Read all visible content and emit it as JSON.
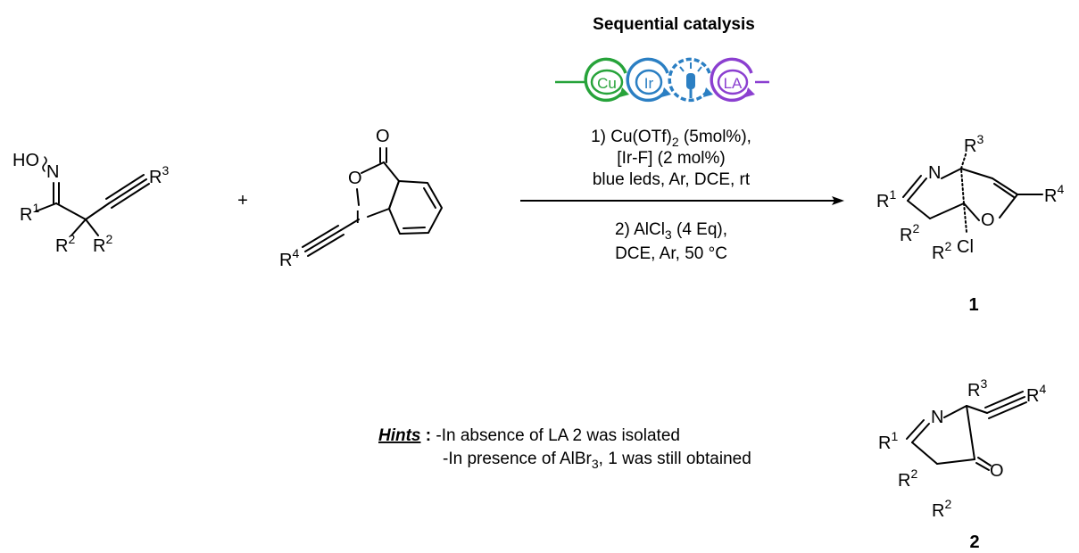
{
  "catalysis": {
    "title": "Sequential catalysis",
    "icons": [
      "Cu",
      "Ir",
      "light-bulb-icon",
      "LA"
    ],
    "icon_colors": [
      "#27a33a",
      "#2b7fc3",
      "#2b7fc3",
      "#8b3fd0"
    ]
  },
  "conditions": {
    "step1_line1": "1) Cu(OTf)",
    "step1_line1_sub": "2",
    "step1_line1_tail": " (5mol%),",
    "step1_line2": "[Ir-F] (2 mol%)",
    "step1_line3": "blue leds, Ar, DCE, rt",
    "step2_line1": "2) AlCl",
    "step2_line1_sub": "3",
    "step2_line1_tail": " (4 Eq),",
    "step2_line2": "DCE, Ar, 50 °C"
  },
  "reactant1": {
    "oxime_label": "HO",
    "n": "N",
    "r1": "R",
    "r1_sup": "1",
    "r2": "R",
    "r2_sup": "2",
    "r2b": "R",
    "r2b_sup": "2",
    "r3": "R",
    "r3_sup": "3"
  },
  "plus": "+",
  "reactant2": {
    "o_carbonyl": "O",
    "o_ring": "O",
    "i": "I",
    "r4": "R",
    "r4_sup": "4"
  },
  "product1": {
    "label": "1",
    "n": "N",
    "o": "O",
    "cl": "Cl",
    "r1": "R",
    "r1_sup": "1",
    "r2": "R",
    "r2_sup": "2",
    "r2b": "R",
    "r2b_sup": "2",
    "r3": "R",
    "r3_sup": "3",
    "r4": "R",
    "r4_sup": "4"
  },
  "product2": {
    "label": "2",
    "n": "N",
    "o": "O",
    "r1": "R",
    "r1_sup": "1",
    "r2": "R",
    "r2_sup": "2",
    "r2b": "R",
    "r2b_sup": "2",
    "r3": "R",
    "r3_sup": "3",
    "r4": "R",
    "r4_sup": "4"
  },
  "hints": {
    "title": "Hints",
    "colon": " : ",
    "line1": "-In absence of LA 2 was isolated",
    "line2_a": "-In presence of AlBr",
    "line2_sub": "3",
    "line2_b": ", 1 was still obtained"
  }
}
